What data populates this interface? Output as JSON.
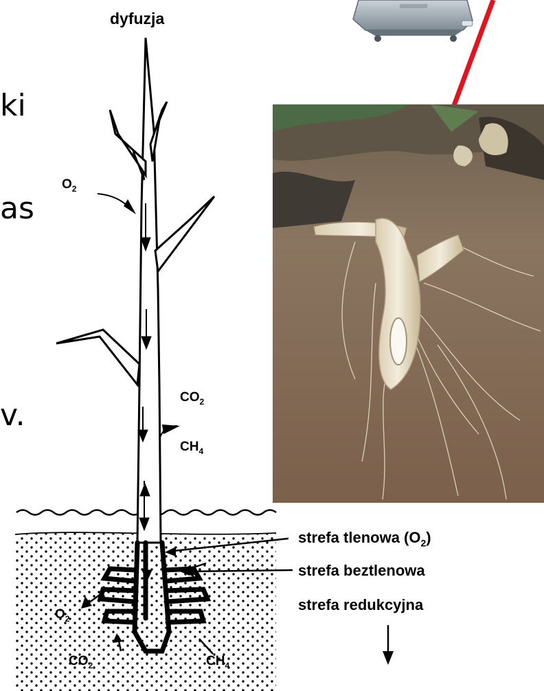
{
  "slide_fragments": [
    "ki",
    "as",
    "v."
  ],
  "diagram": {
    "top_label": "dyfuzja",
    "o2_left": "O",
    "o2_left_sub": "2",
    "co2_right": "CO",
    "co2_right_sub": "2",
    "ch4_right": "CH",
    "ch4_right_sub": "4",
    "o2_bottom": "O",
    "o2_bottom_sub": "2",
    "co2_bottom": "CO",
    "co2_bottom_sub": "2",
    "ch4_bottom": "CH",
    "ch4_bottom_sub": "4"
  },
  "zones": {
    "oxic": "strefa tlenowa (O",
    "oxic_sub": "2",
    "oxic_end": ")",
    "anoxic": "strefa beztlenowa",
    "reduction": "strefa redukcyjna"
  },
  "colors": {
    "arrow_red": "#e8101a",
    "soil": "#8a6f56",
    "root": "#efe6d2"
  }
}
